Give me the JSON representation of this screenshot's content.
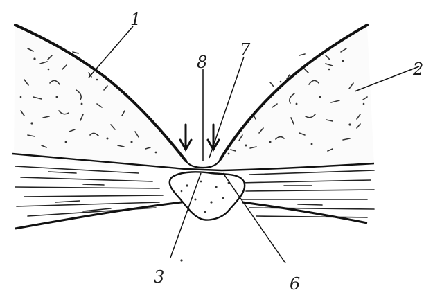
{
  "figure": {
    "labels": [
      {
        "id": "l1",
        "text": "1"
      },
      {
        "id": "l2",
        "text": "2"
      },
      {
        "id": "l3",
        "text": "3"
      },
      {
        "id": "l6",
        "text": "6"
      },
      {
        "id": "l7",
        "text": "7"
      },
      {
        "id": "l8",
        "text": "8"
      }
    ]
  },
  "colors": {
    "ink": "#1a1a1a",
    "paper": "#ffffff"
  }
}
